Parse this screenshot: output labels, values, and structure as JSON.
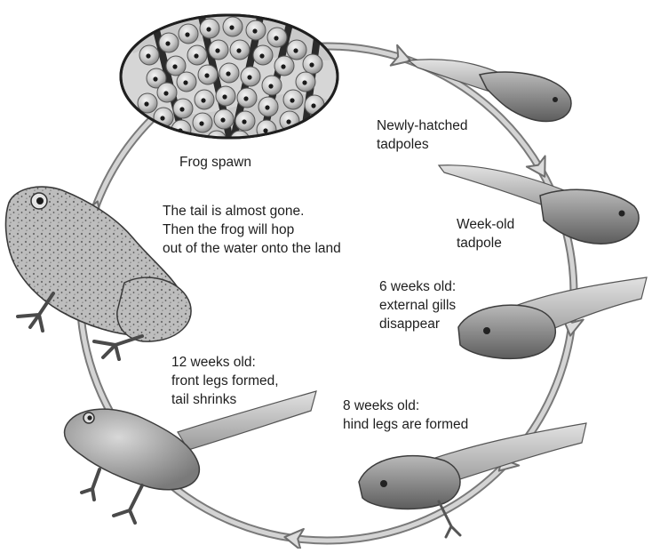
{
  "labels": {
    "frog_spawn": "Frog spawn",
    "newly_hatched": [
      "Newly-hatched",
      "tadpoles"
    ],
    "week_old": [
      "Week-old",
      "tadpole"
    ],
    "six_weeks": [
      "6 weeks old:",
      "external gills",
      "disappear"
    ],
    "eight_weeks": [
      "8 weeks old:",
      "hind legs are formed"
    ],
    "twelve_weeks": [
      "12 weeks old:",
      "front legs formed,",
      "tail shrinks"
    ],
    "tail_gone": [
      "The tail is almost gone.",
      "Then the frog will hop",
      "out of the water onto the land"
    ]
  }
}
